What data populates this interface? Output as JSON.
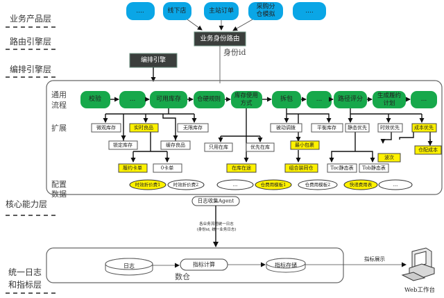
{
  "layers": [
    {
      "id": "business",
      "label": "业务产品层"
    },
    {
      "id": "routing",
      "label": "路由引擎层"
    },
    {
      "id": "orchestration",
      "label": "编排引擎层"
    },
    {
      "id": "core",
      "label": "核心能力层"
    },
    {
      "id": "log_metric_1",
      "label": "统一日志"
    },
    {
      "id": "log_metric_2",
      "label": "和指标层"
    }
  ],
  "business_products": [
    "....",
    "线下店",
    "主站订单",
    "采购分",
    "仓模拟",
    "...."
  ],
  "router": {
    "label": "业务身份路由",
    "edge_label": "身份id"
  },
  "orchestrator": {
    "label": "编排引擎"
  },
  "core": {
    "sections": {
      "general_flow_1": "通用",
      "general_flow_2": "流程",
      "extension": "扩展",
      "config_1": "配置",
      "config_2": "数据"
    },
    "flow": [
      "校验",
      "...",
      "可用库存",
      "仓硬规则",
      "库存使用",
      "方式",
      "拆包",
      "...",
      "路径评分",
      "生成履约",
      "计划",
      "..."
    ],
    "extensions": {
      "row1": [
        "微观库存",
        "实时良品",
        "无限库存",
        "被动调拨",
        "平衡库存",
        "静态优先",
        "时效优先",
        "成本优先"
      ],
      "row2": [
        "锁定库存",
        "缓存良品",
        "只用在库",
        "优先在库",
        "最小包裹",
        "波次",
        "仓配成本"
      ],
      "row3": [
        "履约卡单",
        "0卡单",
        "在库在途",
        "组合装同仓",
        "Toc静态表",
        "Tob静态表"
      ]
    },
    "config_data": [
      "时效折价费1",
      "时效折价费2",
      "...",
      "仓费用模板1",
      "仓费用模板2",
      "快递费用表",
      "..."
    ],
    "agent": "日志收集Agent"
  },
  "log_flow": {
    "line1": "各业务流程统一日志",
    "line2": "(身份id, 统一业务日志)"
  },
  "warehouse": {
    "label": "数仓",
    "log": "日志",
    "compute": "指标计算",
    "storage": "指标存储"
  },
  "display": {
    "edge_label": "指标展示",
    "workstation": "Web工作台"
  },
  "colors": {
    "blue": "#0aa6e6",
    "green": "#17a84b",
    "highlight": "#fff200",
    "dark": "#3b3e3c"
  }
}
